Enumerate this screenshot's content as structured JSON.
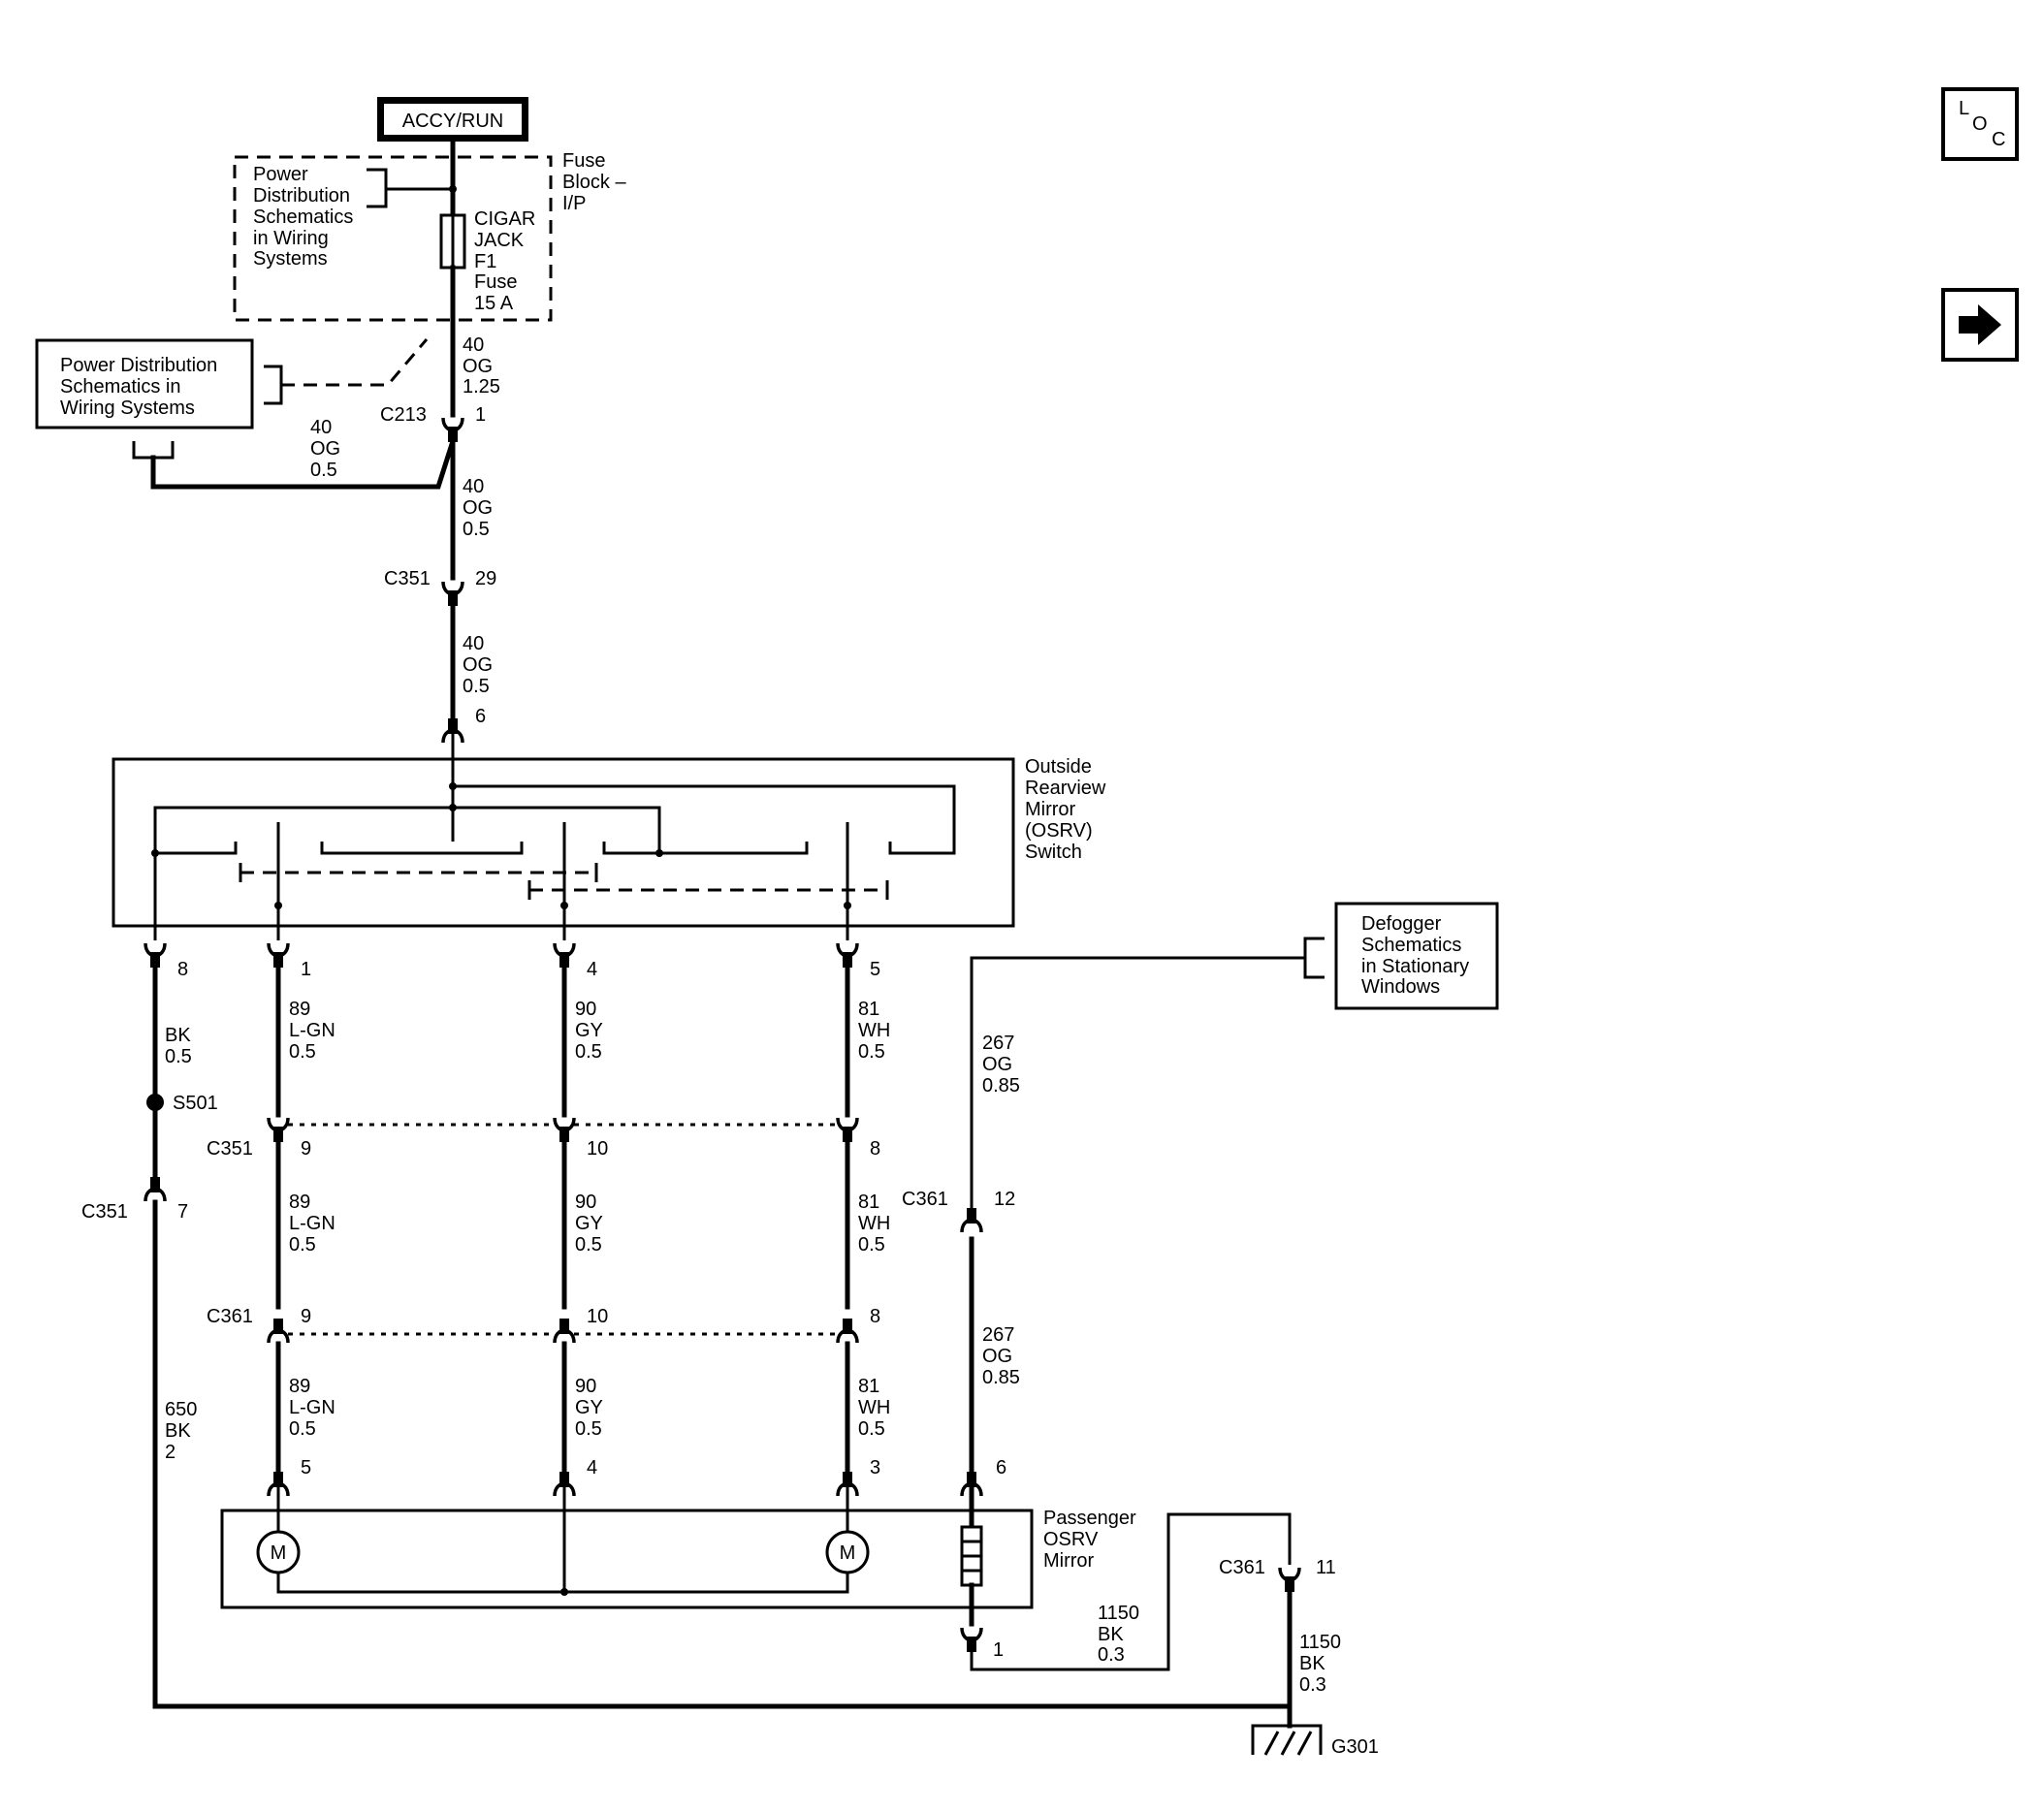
{
  "power_source": "ACCY/RUN",
  "fuse_block": {
    "label": [
      "Fuse",
      "Block –",
      "I/P"
    ],
    "fuse": [
      "CIGAR",
      "JACK",
      "F1",
      "Fuse",
      "15 A"
    ],
    "ref": [
      "Power",
      "Distribution",
      "Schematics",
      "in Wiring",
      "Systems"
    ]
  },
  "pd_ref_box": [
    "Power Distribution",
    "Schematics in",
    "Wiring Systems"
  ],
  "defogger_box": [
    "Defogger",
    "Schematics",
    "in Stationary",
    "Windows"
  ],
  "switch_label": [
    "Outside",
    "Rearview",
    "Mirror",
    "(OSRV)",
    "Switch"
  ],
  "mirror_label": [
    "Passenger",
    "OSRV",
    "Mirror"
  ],
  "motor_symbol": "M",
  "splice": "S501",
  "ground": "G301",
  "connectors": {
    "c213": "C213",
    "c213_pin": "1",
    "c351_top": "C351",
    "c351_top_pin": "29",
    "switch_in_pin": "6",
    "switch_pins": [
      "8",
      "1",
      "4",
      "5"
    ],
    "c351_row": "C351",
    "c351_row_pins": [
      "9",
      "10",
      "8"
    ],
    "c351_left": "C351",
    "c351_left_pin": "7",
    "c361_row": "C361",
    "c361_row_pins": [
      "9",
      "10",
      "8"
    ],
    "mirror_pins": [
      "5",
      "4",
      "3",
      "6"
    ],
    "c361_right": "C361",
    "c361_right_pin": "12",
    "heater_out_pin": "1",
    "c361_gnd": "C361",
    "c361_gnd_pin": "11"
  },
  "wires": {
    "w_fuse_out": [
      "40",
      "OG",
      "1.25"
    ],
    "w_branch": [
      "40",
      "OG",
      "0.5"
    ],
    "w_c213_out": [
      "40",
      "OG",
      "0.5"
    ],
    "w_c351_out": [
      "40",
      "OG",
      "0.5"
    ],
    "w_bk": [
      "BK",
      "0.5"
    ],
    "w_gnd": [
      "650",
      "BK",
      "2"
    ],
    "w_lgn": [
      "89",
      "L-GN",
      "0.5"
    ],
    "w_gy": [
      "90",
      "GY",
      "0.5"
    ],
    "w_wh": [
      "81",
      "WH",
      "0.5"
    ],
    "w_def": [
      "267",
      "OG",
      "0.85"
    ],
    "w_htr_gnd": [
      "1150",
      "BK",
      "0.3"
    ]
  },
  "nav": {
    "loc_letters": [
      "L",
      "O",
      "C"
    ],
    "next_icon": "arrow-right-icon"
  }
}
